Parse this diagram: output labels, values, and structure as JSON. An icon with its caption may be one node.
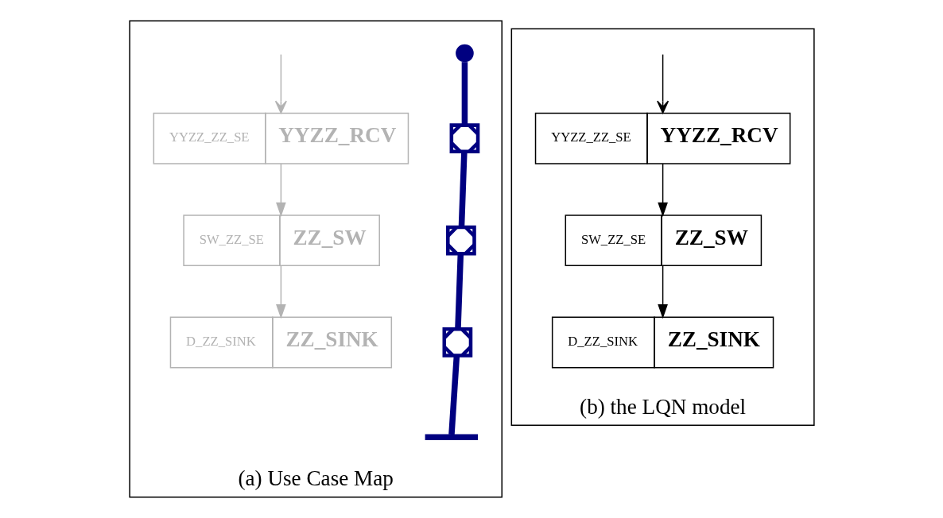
{
  "diagram": {
    "nodes": [
      {
        "text": [
          "(a) Use Case Map"
        ]
      },
      {
        "text": [
          "YYZZ_ZZ_SE",
          "YYZZ_RCV"
        ],
        "in": 0
      },
      {
        "text": [
          "SW_ZZ_SE",
          "ZZ_SW"
        ],
        "in": 0
      },
      {
        "text": [
          "D_ZZ_SINK",
          "ZZ_SINK"
        ],
        "in": 0
      },
      {
        "text": [],
        "shape": "circle",
        "in": 0
      },
      {
        "text": [],
        "shape": "cross",
        "in": 0
      },
      {
        "text": [],
        "shape": "cross",
        "in": 0
      },
      {
        "text": [],
        "shape": "cross",
        "in": 0
      },
      {
        "text": [],
        "shape": "bar",
        "in": 0
      },
      {
        "text": [
          "(b) the LQN model"
        ]
      },
      {
        "text": [
          "YYZZ_ZZ_SE",
          "YYZZ_RCV"
        ],
        "in": 9
      },
      {
        "text": [
          "SW_ZZ_SE",
          "ZZ_SW"
        ],
        "in": 9
      },
      {
        "text": [
          "D_ZZ_SINK",
          "ZZ_SINK"
        ],
        "in": 9
      }
    ],
    "edges": [
      {
        "from": null,
        "to": 1,
        "arrow": "to",
        "color": "#b3b3b3"
      },
      {
        "from": 1,
        "to": 2,
        "arrow": "to",
        "color": "#b3b3b3"
      },
      {
        "from": 2,
        "to": 3,
        "arrow": "to",
        "color": "#b3b3b3"
      },
      {
        "from": 4,
        "to": 5,
        "arrow": "none",
        "style": "thick",
        "color": "#000080"
      },
      {
        "from": 5,
        "to": 6,
        "arrow": "none",
        "style": "thick",
        "color": "#000080"
      },
      {
        "from": 6,
        "to": 7,
        "arrow": "none",
        "style": "thick",
        "color": "#000080"
      },
      {
        "from": 7,
        "to": 8,
        "arrow": "none",
        "style": "thick",
        "color": "#000080"
      },
      {
        "from": null,
        "to": 10,
        "arrow": "to",
        "color": "#000000"
      },
      {
        "from": 10,
        "to": 11,
        "arrow": "to",
        "color": "#000000"
      },
      {
        "from": 11,
        "to": 12,
        "arrow": "to",
        "color": "#000000"
      }
    ]
  }
}
